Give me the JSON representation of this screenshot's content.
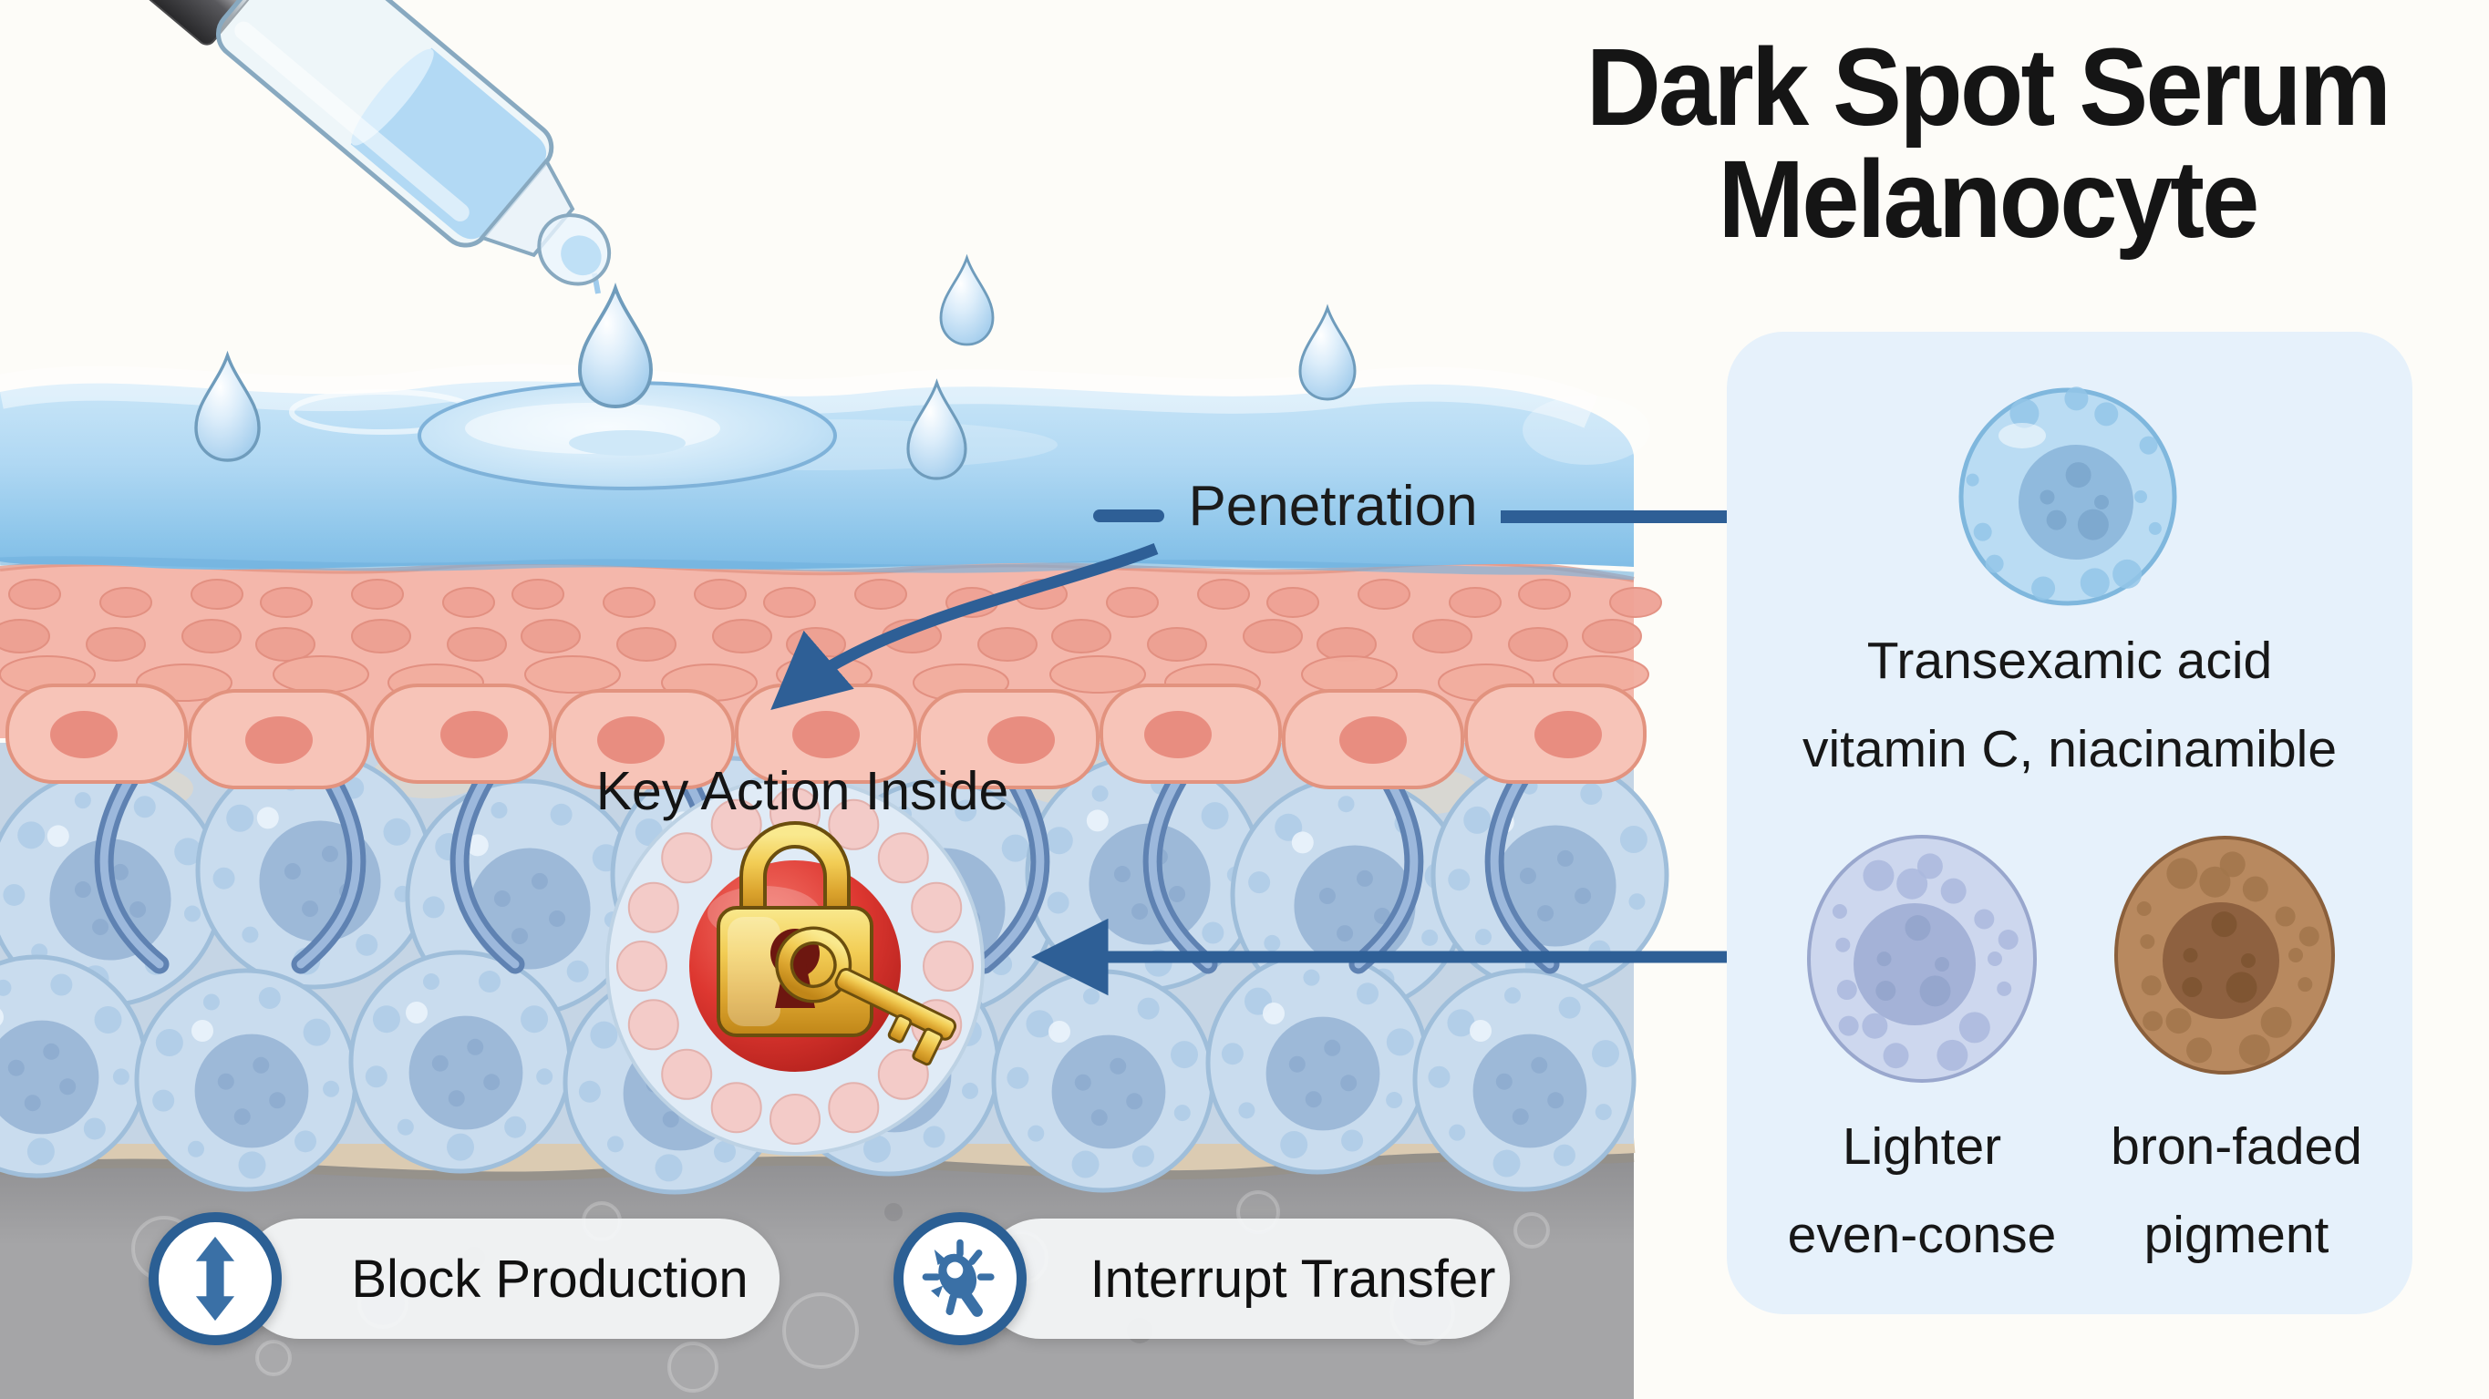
{
  "title": {
    "line1": "Dark Spot Serum",
    "line2": "Melanocyte"
  },
  "diagram_labels": {
    "penetration": "Penetration",
    "key_action": "Key Action Inside"
  },
  "panel": {
    "ingredients": {
      "line1": "Transexamic acid",
      "line2": "vitamin C, niacinamible"
    },
    "result_left": {
      "line1": "Lighter",
      "line2": "even-conse"
    },
    "result_right": {
      "line1": "bron-faded",
      "line2": "pigment"
    }
  },
  "badges": {
    "block": {
      "label": "Block Production",
      "icon": "up-down-arrow-icon"
    },
    "interrupt": {
      "label": "Interrupt Transfer",
      "icon": "spark-key-icon"
    }
  },
  "icons": [
    "dropper-icon",
    "padlock-icon",
    "key-icon",
    "up-down-arrow-icon",
    "spark-key-icon"
  ],
  "colors": {
    "arrow_blue": "#2e5f96",
    "badge_ring": "#2b5f94",
    "badge_icon": "#3a70a6",
    "title_color": "#151515",
    "lock_red": "#d83028",
    "gold": "#f0c84e",
    "panel_bg": "#e6f1fb",
    "skin_surface_blue": "#a9d4f1",
    "epidermis_pink": "#f4b7ab",
    "dermis_cell_blue": "#c9dcee",
    "lighter_cell_lavender": "#cdd7ee",
    "pigment_cell_brown": "#b8895f"
  }
}
